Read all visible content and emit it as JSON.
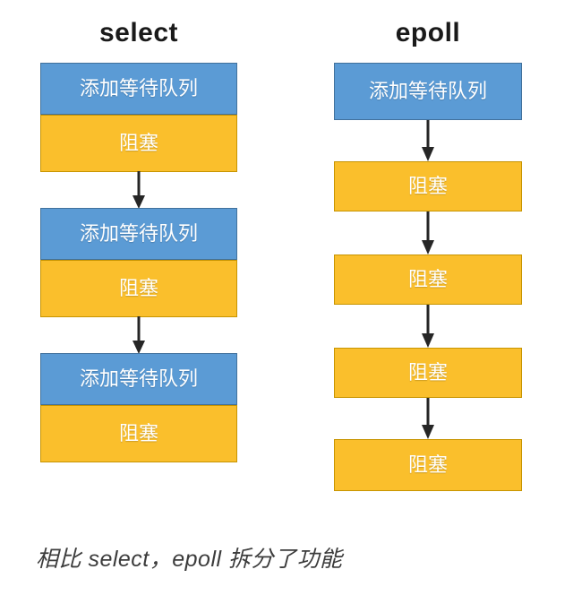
{
  "figure": {
    "caption": "相比 select，epoll 拆分了功能",
    "background_color": "#ffffff"
  },
  "colors": {
    "blue_fill": "#5b9bd5",
    "blue_border": "#41719c",
    "yellow_fill": "#fabf2c",
    "yellow_border": "#c79400",
    "arrow": "#262626",
    "title_text": "#1a1a1a",
    "caption_text": "#3c3c3c",
    "box_text": "#ffffff"
  },
  "columns": {
    "select": {
      "title": "select",
      "groups": [
        {
          "blue_label": "添加等待队列",
          "yellow_label": "阻塞"
        },
        {
          "blue_label": "添加等待队列",
          "yellow_label": "阻塞"
        },
        {
          "blue_label": "添加等待队列",
          "yellow_label": "阻塞"
        }
      ]
    },
    "epoll": {
      "title": "epoll",
      "head": {
        "blue_label": "添加等待队列"
      },
      "blocks": [
        {
          "yellow_label": "阻塞"
        },
        {
          "yellow_label": "阻塞"
        },
        {
          "yellow_label": "阻塞"
        },
        {
          "yellow_label": "阻塞"
        }
      ]
    }
  }
}
